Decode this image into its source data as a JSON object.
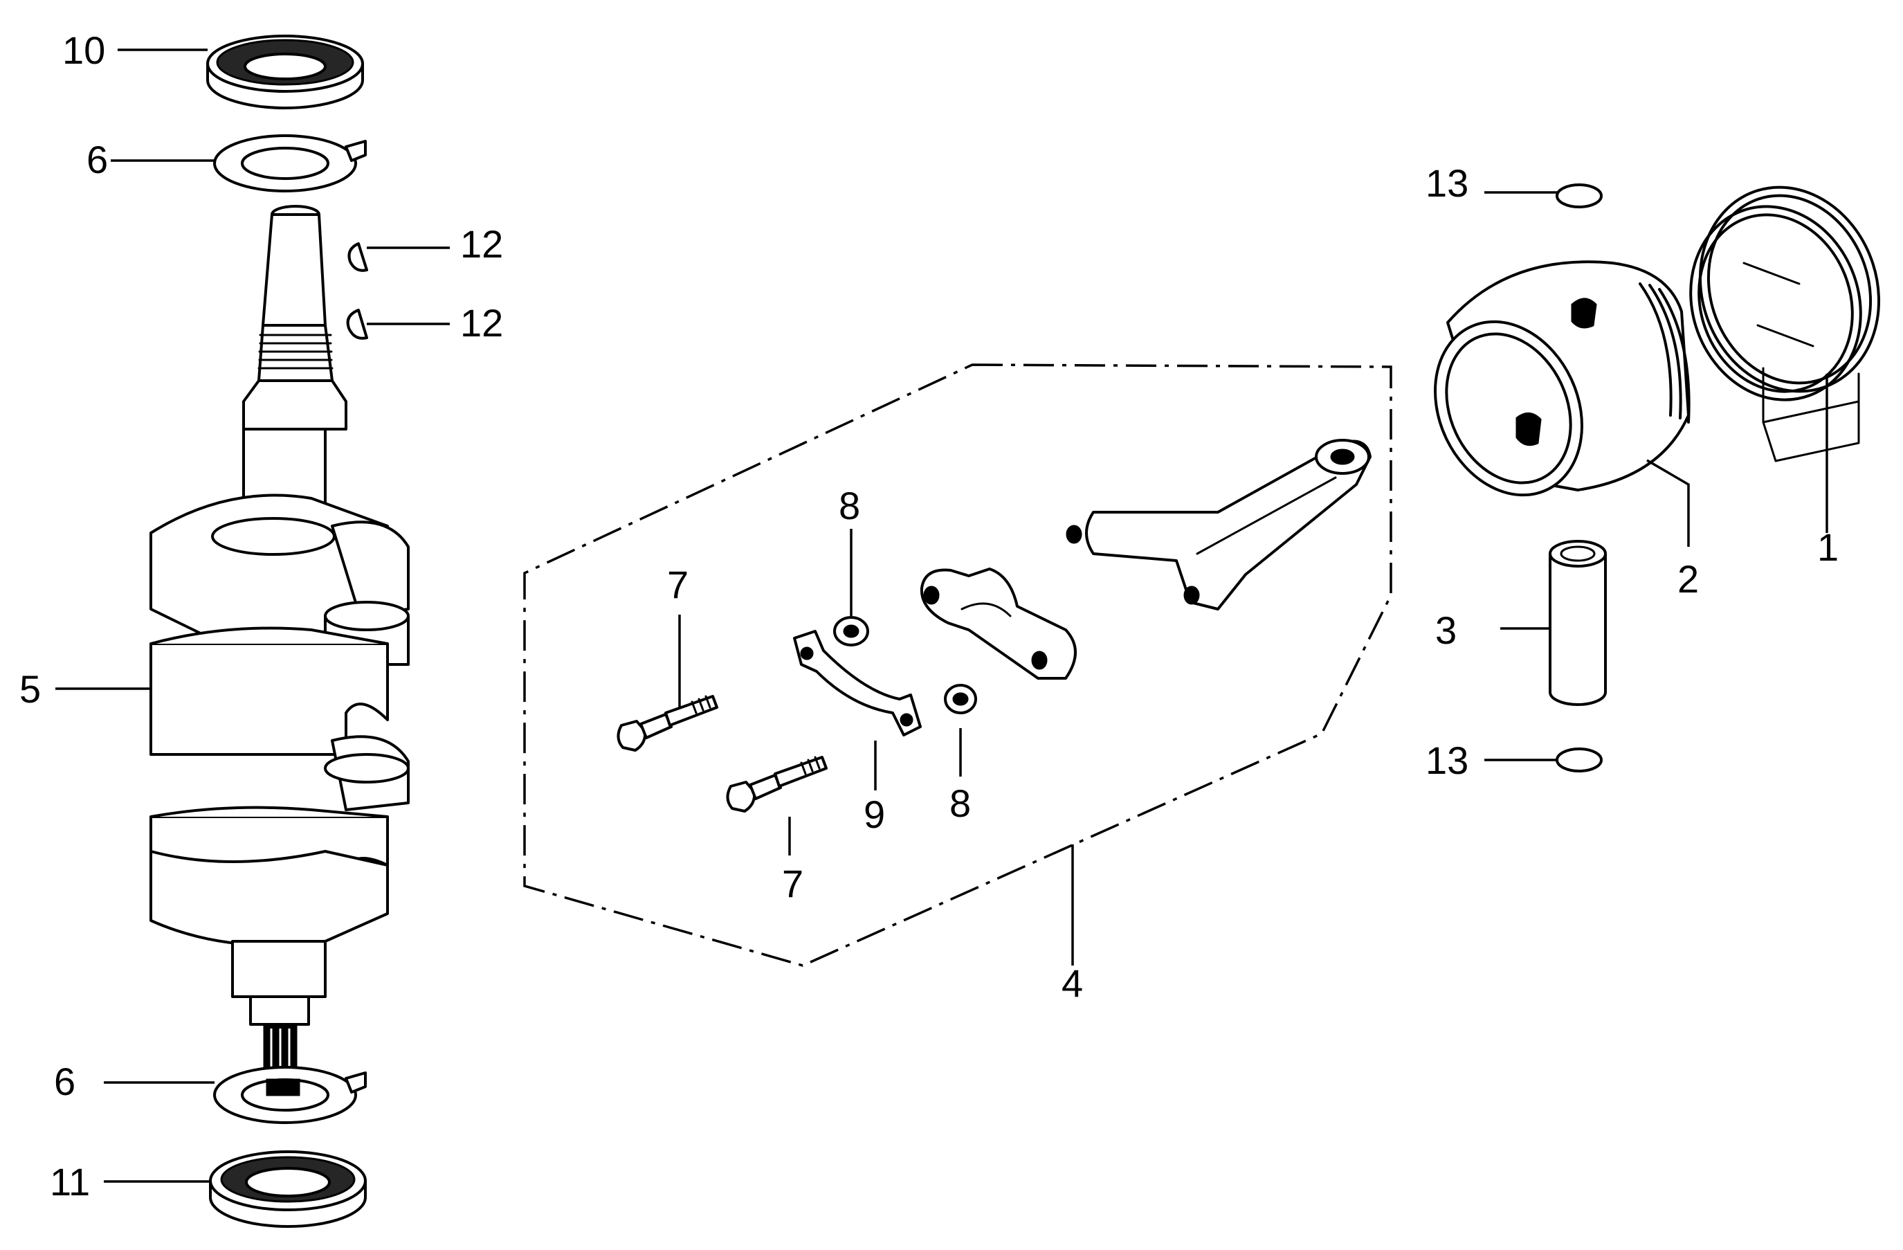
{
  "diagram": {
    "title": "Crankshaft / Piston exploded parts diagram",
    "callouts": [
      {
        "id": "c10",
        "label": "10",
        "part": "oil-seal-upper"
      },
      {
        "id": "c6a",
        "label": "6",
        "part": "thrust-washer-upper"
      },
      {
        "id": "c12a",
        "label": "12",
        "part": "woodruff-key-upper"
      },
      {
        "id": "c12b",
        "label": "12",
        "part": "woodruff-key-lower"
      },
      {
        "id": "c5",
        "label": "5",
        "part": "crankshaft"
      },
      {
        "id": "c6b",
        "label": "6",
        "part": "thrust-washer-lower"
      },
      {
        "id": "c11",
        "label": "11",
        "part": "oil-seal-lower"
      },
      {
        "id": "c4",
        "label": "4",
        "part": "connecting-rod-assembly"
      },
      {
        "id": "c7a",
        "label": "7",
        "part": "rod-bolt-upper"
      },
      {
        "id": "c7b",
        "label": "7",
        "part": "rod-bolt-lower"
      },
      {
        "id": "c8a",
        "label": "8",
        "part": "washer-upper"
      },
      {
        "id": "c8b",
        "label": "8",
        "part": "washer-lower"
      },
      {
        "id": "c9",
        "label": "9",
        "part": "lock-plate"
      },
      {
        "id": "c13a",
        "label": "13",
        "part": "piston-pin-clip-upper"
      },
      {
        "id": "c13b",
        "label": "13",
        "part": "piston-pin-clip-lower"
      },
      {
        "id": "c2",
        "label": "2",
        "part": "piston"
      },
      {
        "id": "c1",
        "label": "1",
        "part": "piston-ring-set"
      },
      {
        "id": "c3",
        "label": "3",
        "part": "piston-pin"
      }
    ]
  }
}
